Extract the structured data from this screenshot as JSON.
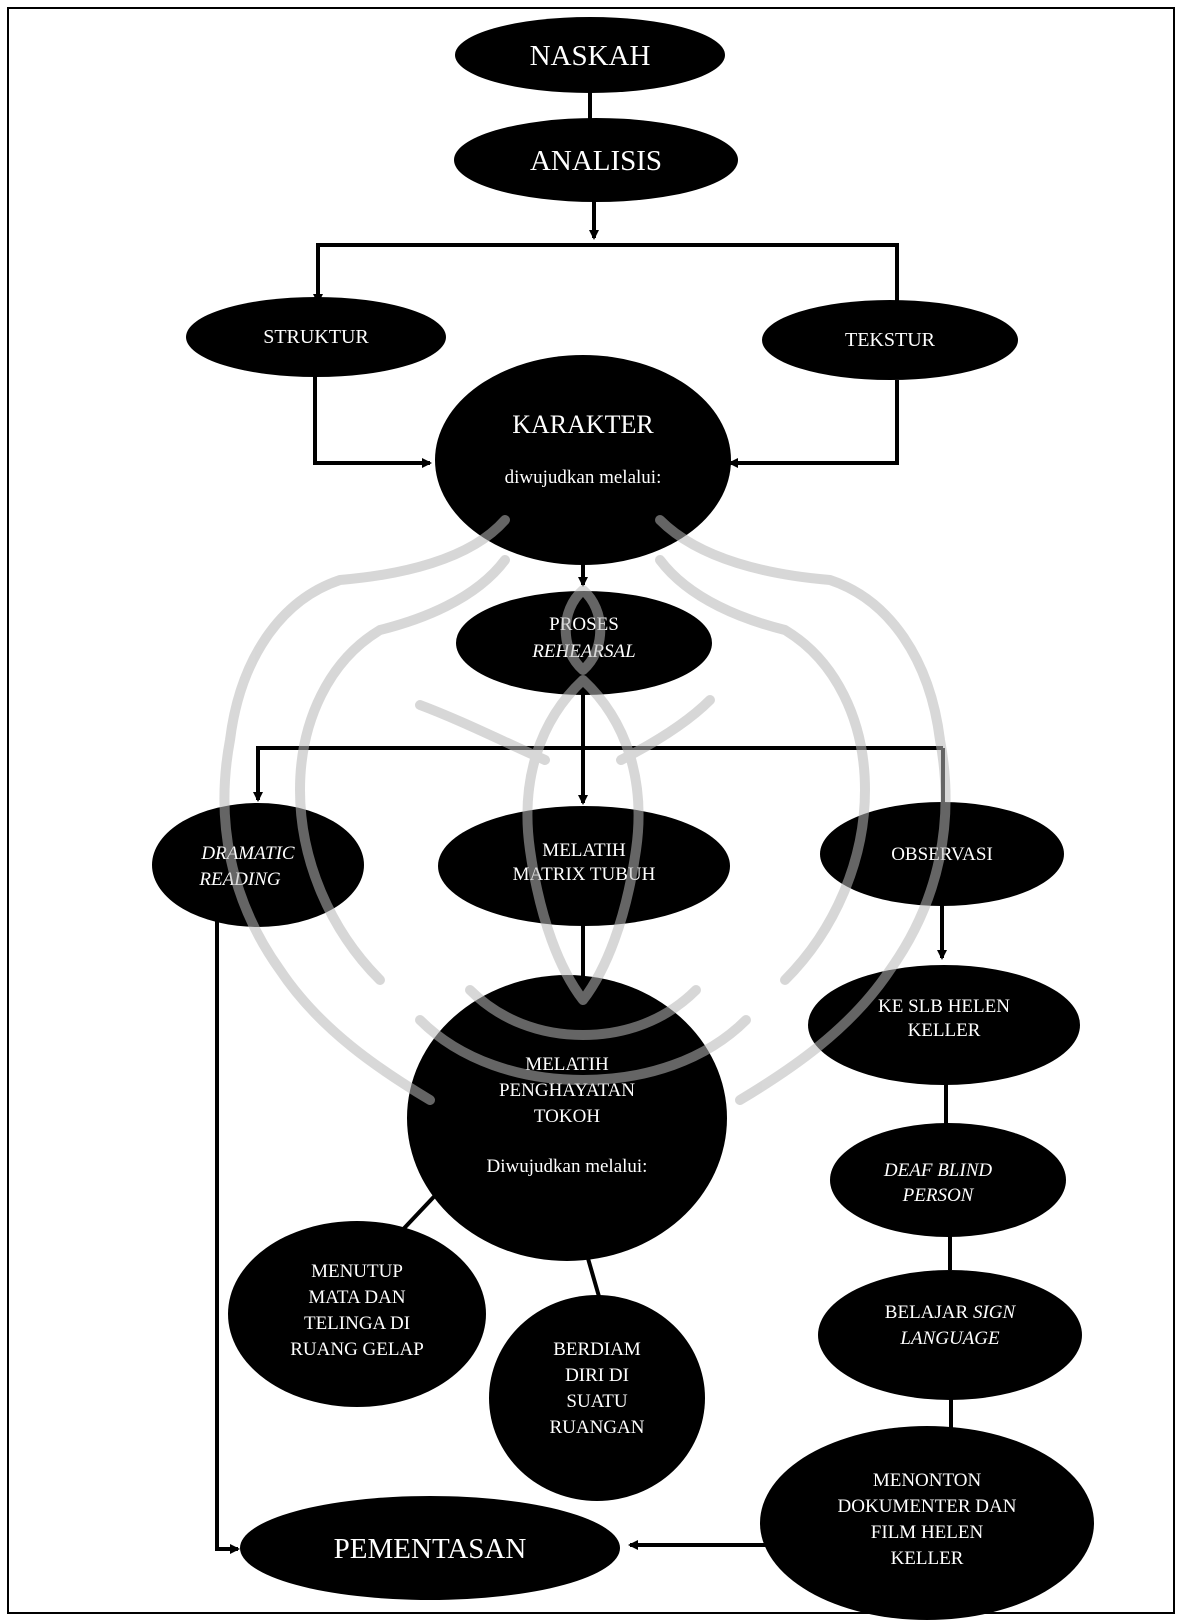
{
  "nodes": {
    "naskah": "NASKAH",
    "analisis": "ANALISIS",
    "struktur": "STRUKTUR",
    "tekstur": "TEKSTUR",
    "karakter_title": "KARAKTER",
    "karakter_sub": "diwujudkan melalui:",
    "proses_line1": "PROSES",
    "proses_line2": "REHEARSAL",
    "dramatic_line1": "DRAMATIC",
    "dramatic_line2": "READING",
    "matrix_line1": "MELATIH",
    "matrix_line2": "MATRIX TUBUH",
    "observasi": "OBSERVASI",
    "penghayatan_line1": "MELATIH",
    "penghayatan_line2": "PENGHAYATAN",
    "penghayatan_line3": "TOKOH",
    "penghayatan_sub": "Diwujudkan melalui:",
    "slb_line1": "KE SLB HELEN",
    "slb_line2": "KELLER",
    "deaf_line1": "DEAF BLIND",
    "deaf_line2": "PERSON",
    "sign_line1_a": "BELAJAR ",
    "sign_line1_b": "SIGN",
    "sign_line2": "LANGUAGE",
    "menutup_line1": "MENUTUP",
    "menutup_line2": "MATA DAN",
    "menutup_line3": "TELINGA DI",
    "menutup_line4": "RUANG GELAP",
    "berdiam_line1": "BERDIAM",
    "berdiam_line2": "DIRI DI",
    "berdiam_line3": "SUATU",
    "berdiam_line4": "RUANGAN",
    "menonton_line1": "MENONTON",
    "menonton_line2": "DOKUMENTER DAN",
    "menonton_line3": "FILM HELEN",
    "menonton_line4": "KELLER",
    "pementasan": "PEMENTASAN"
  },
  "colors": {
    "node_fill": "#000000",
    "node_text": "#ffffff",
    "watermark": "#9a9a9a"
  }
}
